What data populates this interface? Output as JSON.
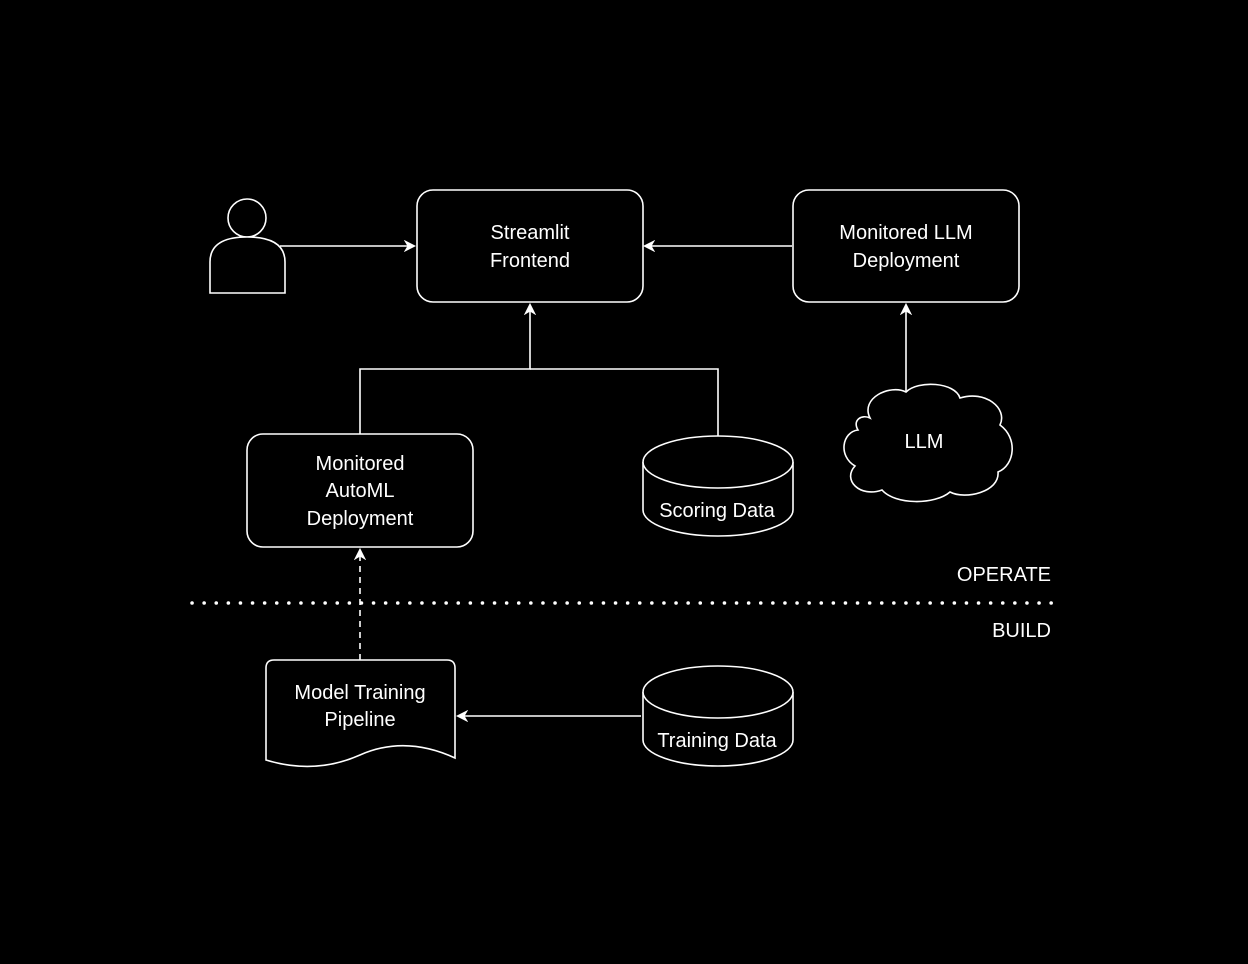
{
  "diagram": {
    "background": "#000000",
    "stroke_color": "#ffffff",
    "nodes": {
      "user": {
        "label": "",
        "shape": "actor"
      },
      "streamlit": {
        "lines": [
          "Streamlit",
          "Frontend"
        ],
        "shape": "rounded-rect"
      },
      "llm_deploy": {
        "lines": [
          "Monitored LLM",
          "Deployment"
        ],
        "shape": "rounded-rect"
      },
      "llm": {
        "lines": [
          "LLM"
        ],
        "shape": "cloud"
      },
      "automl": {
        "lines": [
          "Monitored",
          "AutoML",
          "Deployment"
        ],
        "shape": "rounded-rect"
      },
      "scoring": {
        "lines": [
          "Scoring Data"
        ],
        "shape": "cylinder"
      },
      "pipeline": {
        "lines": [
          "Model Training",
          "Pipeline"
        ],
        "shape": "document"
      },
      "training": {
        "lines": [
          "Training Data"
        ],
        "shape": "cylinder"
      }
    },
    "edges": [
      {
        "from": "user",
        "to": "streamlit",
        "style": "solid"
      },
      {
        "from": "llm_deploy",
        "to": "streamlit",
        "style": "solid"
      },
      {
        "from": "llm",
        "to": "llm_deploy",
        "style": "solid"
      },
      {
        "from": "automl",
        "to": "streamlit",
        "style": "solid"
      },
      {
        "from": "scoring",
        "to": "streamlit",
        "style": "solid"
      },
      {
        "from": "pipeline",
        "to": "automl",
        "style": "dashed"
      },
      {
        "from": "training",
        "to": "pipeline",
        "style": "solid"
      }
    ],
    "zones": {
      "operate": "OPERATE",
      "build": "BUILD",
      "divider_style": "dotted"
    }
  }
}
